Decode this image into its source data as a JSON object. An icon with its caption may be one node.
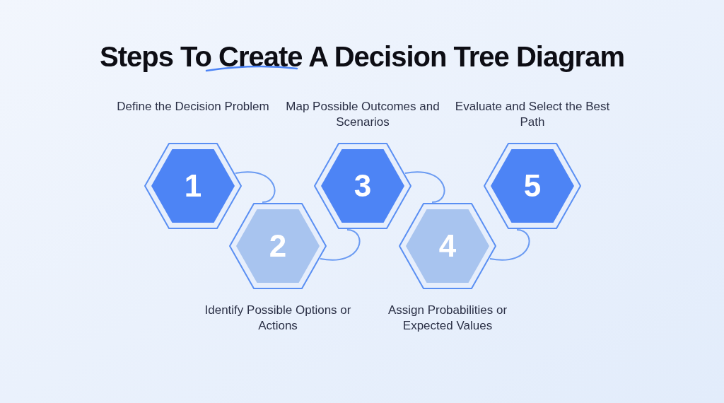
{
  "diagram": {
    "title": "Steps To Create A Decision Tree Diagram",
    "nodes": [
      {
        "text": [
          "1"
        ],
        "beside": [
          "Define the Decision Problem"
        ]
      },
      {
        "text": [
          "2"
        ],
        "beside": [
          "Identify Possible Options or Actions"
        ]
      },
      {
        "text": [
          "3"
        ],
        "beside": [
          "Map Possible Outcomes and Scenarios"
        ]
      },
      {
        "text": [
          "4"
        ],
        "beside": [
          "Assign Probabilities or Expected Values"
        ]
      },
      {
        "text": [
          "5"
        ],
        "beside": [
          "Evaluate and Select the Best Path"
        ]
      }
    ],
    "edges": [
      {
        "from": 0,
        "to": 1,
        "arrow": "none"
      },
      {
        "from": 1,
        "to": 2,
        "arrow": "none"
      },
      {
        "from": 2,
        "to": 3,
        "arrow": "none"
      },
      {
        "from": 3,
        "to": 4,
        "arrow": "none"
      }
    ]
  }
}
